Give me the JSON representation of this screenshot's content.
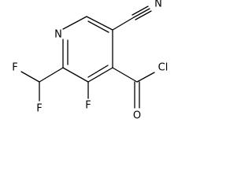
{
  "molecule": {
    "atoms": {
      "ring_n": "N",
      "nitrile_n": "N",
      "f_top": "F",
      "f_left": "F",
      "f_ring": "F",
      "cl": "Cl",
      "o": "O"
    }
  }
}
